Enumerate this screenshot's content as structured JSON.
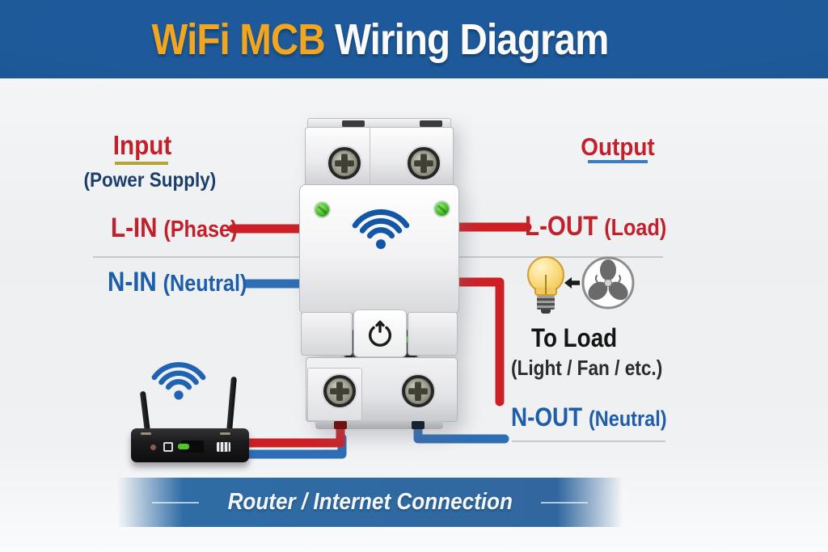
{
  "header": {
    "title_highlight": "WiFi MCB",
    "title_rest": "Wiring Diagram"
  },
  "input_section": {
    "title": "Input",
    "subtitle": "(Power Supply)",
    "l_in_label": "L-IN",
    "l_in_sub": "(Phase)",
    "n_in_label": "N-IN",
    "n_in_sub": "(Neutral)"
  },
  "output_section": {
    "title": "Output",
    "l_out_label": "L-OUT",
    "l_out_sub": "(Load)",
    "to_load_title": "To Load",
    "to_load_sub": "(Light / Fan / etc.)",
    "n_out_label": "N-OUT",
    "n_out_sub": "(Neutral)"
  },
  "footer": {
    "label": "Router / Internet Connection"
  },
  "icons": {
    "device_wifi": "wifi-signal",
    "router_wifi": "wifi-signal",
    "power_button": "power-symbol",
    "bulb": "light-bulb",
    "fan": "ceiling-fan",
    "load_arrow": "left-arrow"
  },
  "colors": {
    "header_bg": "#1b5391",
    "title_highlight": "#f2a51e",
    "title_text": "#fafafa",
    "phase_red": "#c2202a",
    "neutral_blue": "#1e5da7",
    "navy_text": "#1c3e6b",
    "wire_red": "#cc2026",
    "wire_blue": "#2f6db4",
    "input_underline": "#b3a33b",
    "output_underline": "#3d7dbe",
    "footer_bg": "#2f6ca5",
    "led_green": "#46bd2b"
  }
}
